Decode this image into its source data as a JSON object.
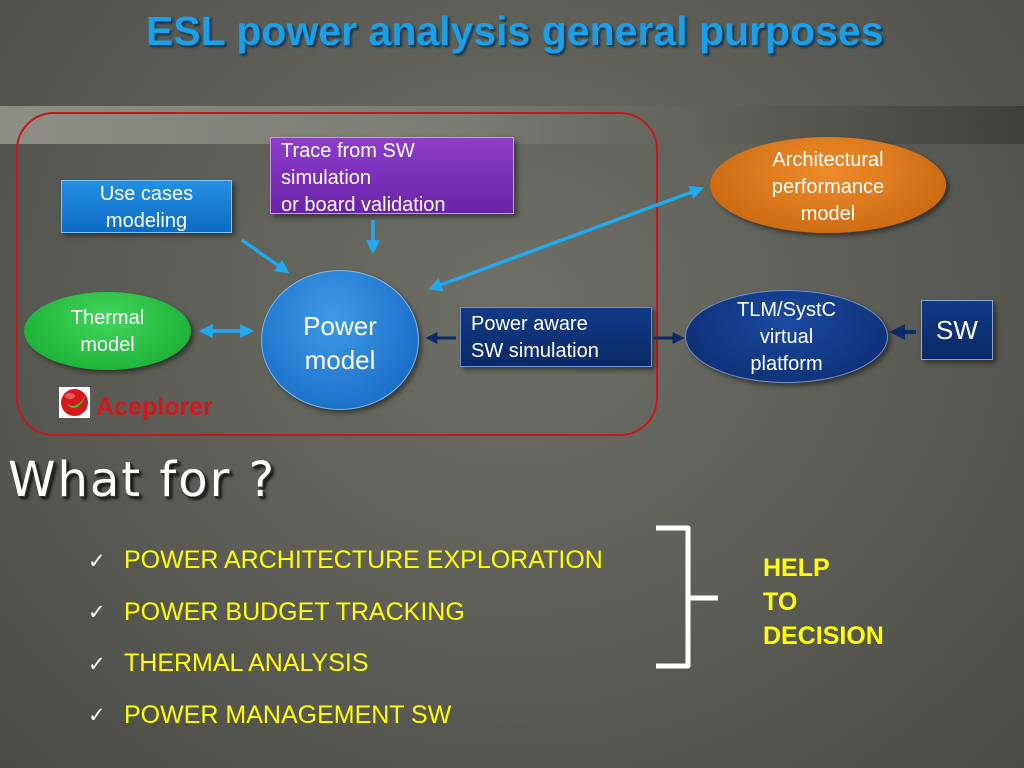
{
  "title": "ESL power analysis general purposes",
  "diagram": {
    "use_cases": [
      "Use cases",
      "modeling"
    ],
    "trace": [
      "Trace from SW",
      "simulation",
      "or board validation"
    ],
    "architectural": [
      "Architectural",
      "performance",
      "model"
    ],
    "thermal": [
      "Thermal",
      "model"
    ],
    "power_model": [
      "Power",
      "model"
    ],
    "power_aware": [
      "Power aware",
      "SW simulation"
    ],
    "tlm": [
      "TLM/SystC",
      "virtual",
      "platform"
    ],
    "sw": "SW",
    "brand": "Aceplorer"
  },
  "what_for": "What for ?",
  "items": [
    "POWER ARCHITECTURE EXPLORATION",
    "POWER BUDGET TRACKING",
    "THERMAL ANALYSIS",
    "POWER MANAGEMENT SW"
  ],
  "check_glyph": "✓",
  "decision": [
    "HELP",
    "TO",
    "DECISION"
  ],
  "colors": {
    "title": "#1aa0e8",
    "frame": "#c4171d",
    "arrow": "#22aaf0",
    "navy_arrow": "#0b2a66",
    "highlight": "#ffff00"
  }
}
